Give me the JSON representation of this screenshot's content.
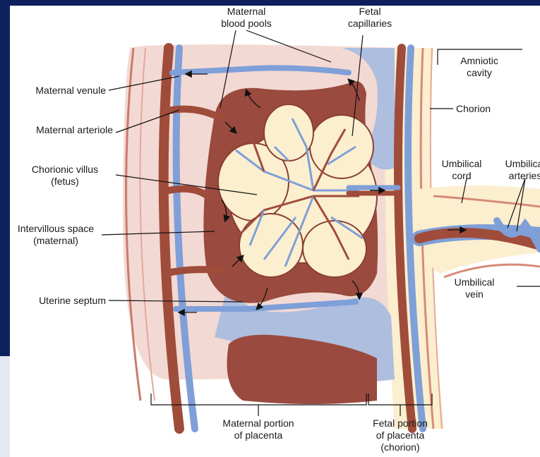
{
  "labels": {
    "maternal_blood_pools": [
      "Maternal",
      "blood pools"
    ],
    "fetal_capillaries": [
      "Fetal",
      "capillaries"
    ],
    "amniotic_cavity": [
      "Amniotic",
      "cavity"
    ],
    "maternal_venule": "Maternal venule",
    "chorion": "Chorion",
    "maternal_arteriole": "Maternal arteriole",
    "chorionic_villus": [
      "Chorionic villus",
      "(fetus)"
    ],
    "umbilical_cord": [
      "Umbilical",
      "cord"
    ],
    "umbilical_arteries": [
      "Umbilical",
      "arteries"
    ],
    "intervillous_space": [
      "Intervillous space",
      "(maternal)"
    ],
    "umbilical_vein": [
      "Umbilical",
      "vein"
    ],
    "uterine_septum": "Uterine septum",
    "maternal_portion": [
      "Maternal portion",
      "of placenta"
    ],
    "fetal_portion": [
      "Fetal portion",
      "of placenta",
      "(chorion)"
    ]
  },
  "colors": {
    "background": "#0d1f5c",
    "maternal_blood": "#9a4a3e",
    "artery": "#a04c3a",
    "vein": "#7f9fd8",
    "tissue_pink": "#f0d3cd",
    "chorion_cream": "#fbefcf",
    "septum_blue": "#a9b9dd"
  }
}
